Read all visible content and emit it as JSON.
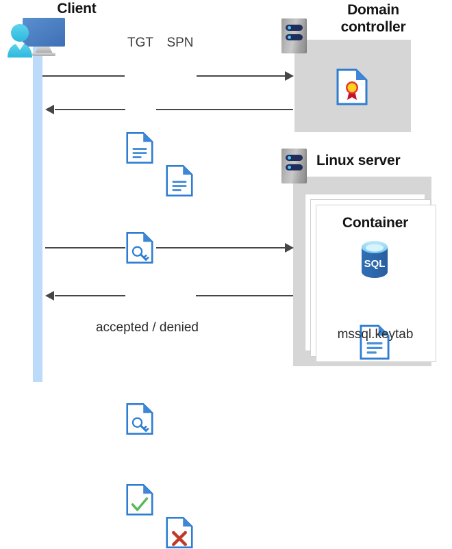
{
  "diagram": {
    "title_client": "Client",
    "title_domain_controller": "Domain\ncontroller",
    "title_domain_controller_line1": "Domain",
    "title_domain_controller_line2": "controller",
    "title_linux_server": "Linux server",
    "title_container": "Container",
    "label_tgt": "TGT",
    "label_spn": "SPN",
    "label_keytab_file": "mssql.keytab",
    "label_accepted_denied": "accepted / denied",
    "icons": {
      "client": "user-monitor-icon",
      "server_rack": "server-rack-icon",
      "certificate": "certificate-document-icon",
      "ticket_document": "document-icon",
      "key_document": "key-document-icon",
      "accepted_document": "check-document-icon",
      "denied_document": "cross-document-icon",
      "sql_database": "sql-database-icon",
      "keytab_document": "document-icon"
    },
    "colors": {
      "accent_blue": "#2e7dd1",
      "doc_fold_blue": "#3f87d6",
      "lifeline_blue": "#bcdbfa",
      "grey_box": "#d6d6d6",
      "rack_grey": "#b0b0b0",
      "rack_slot": "#1f2d5c",
      "rack_led": "#4fc3f7",
      "line_dark": "#464646",
      "check_green": "#5cb85c",
      "cross_red": "#c0392b",
      "cert_gold": "#ffd21e",
      "cert_ribbon_red": "#c8102e",
      "sql_blue": "#2f6fb5",
      "sql_top_cyan": "#8ed8f8",
      "monitor_blue": "#4a7fc1",
      "person_cyan": "#3fc6e7",
      "text_dark": "#141414",
      "text_grey": "#3b3b3b"
    },
    "flows": [
      {
        "name": "client-to-dc-request",
        "direction": "right",
        "badges": [
          "TGT",
          "SPN"
        ]
      },
      {
        "name": "dc-to-client-ticket",
        "direction": "left",
        "badges": [
          "key-document"
        ]
      },
      {
        "name": "client-to-linux-request",
        "direction": "right",
        "badges": [
          "key-document"
        ]
      },
      {
        "name": "linux-to-client-response",
        "direction": "left",
        "badges": [
          "check-document",
          "cross-document"
        ]
      }
    ]
  }
}
